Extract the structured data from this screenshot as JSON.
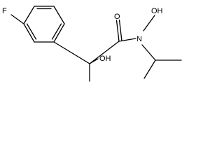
{
  "molecule": {
    "atoms": {
      "fluorine": "F",
      "carbonyl_oxygen": "O",
      "nitrogen": "N",
      "n_hydroxyl": "OH",
      "c_hydroxyl": "OH"
    }
  }
}
